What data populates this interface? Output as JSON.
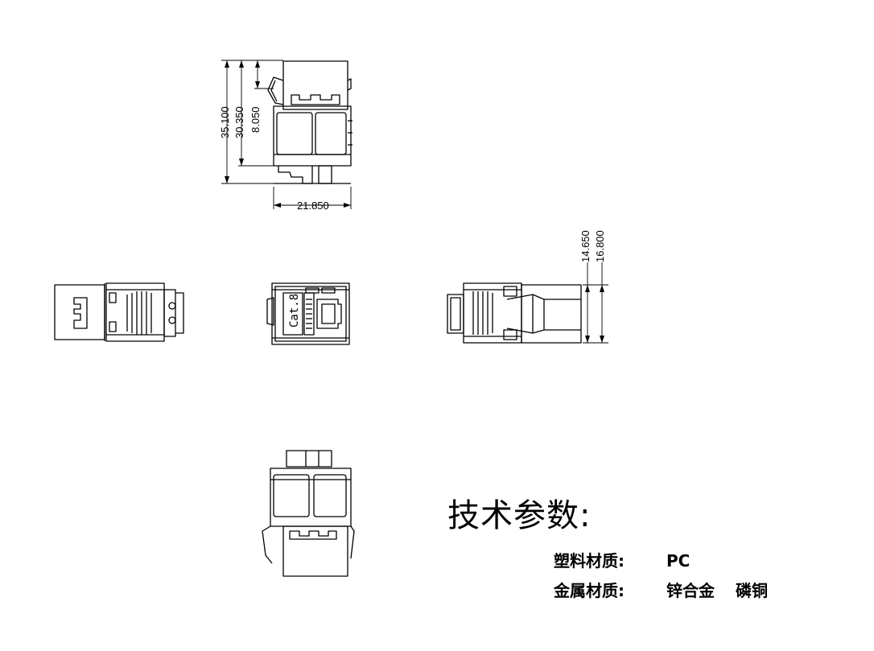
{
  "dimensions": {
    "top_view": {
      "height_total": "35.100",
      "height_body": "30.350",
      "height_latch": "8.050",
      "width": "21.850"
    },
    "side_view": {
      "height_outer": "14.650",
      "height_total": "16.800"
    }
  },
  "front_view": {
    "label": "Cat.8"
  },
  "specs": {
    "title": "技术参数:",
    "rows": [
      {
        "label": "塑料材质:",
        "value": "PC",
        "value2": ""
      },
      {
        "label": "金属材质:",
        "value": "锌合金",
        "value2": "磷铜"
      }
    ]
  }
}
